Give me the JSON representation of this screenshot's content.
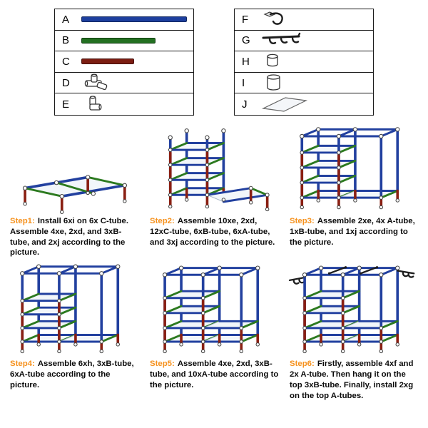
{
  "colors": {
    "tube_a_blue": "#1d3f9e",
    "tube_b_green": "#237021",
    "tube_c_red": "#7c1d12",
    "step_label_orange": "#f6921e",
    "legend_border": "#1a1a1a"
  },
  "legend": {
    "left_box": {
      "rows": [
        {
          "letter": "A",
          "icon": "tube-a-long-blue"
        },
        {
          "letter": "B",
          "icon": "tube-b-medium-green"
        },
        {
          "letter": "C",
          "icon": "tube-c-short-red"
        },
        {
          "letter": "D",
          "icon": "three-way-connector"
        },
        {
          "letter": "E",
          "icon": "corner-connector"
        }
      ]
    },
    "right_box": {
      "rows": [
        {
          "letter": "F",
          "icon": "side-hook"
        },
        {
          "letter": "G",
          "icon": "hanger-hook-rail"
        },
        {
          "letter": "H",
          "icon": "short-sleeve-tube"
        },
        {
          "letter": "I",
          "icon": "plastic-sleeve"
        },
        {
          "letter": "J",
          "icon": "shelf-panel"
        }
      ]
    }
  },
  "steps": [
    {
      "label": "Step1:",
      "text": "Install 6xi on 6x C-tube. Assemble 4xe, 2xd, and 3xB-tube, and 2xj according to the picture.",
      "illustration": "low-base-frame"
    },
    {
      "label": "Step2:",
      "text": "Assemble 10xe, 2xd, 12xC-tube, 6xB-tube, 6xA-tube, and 3xj according to the picture.",
      "illustration": "shelf-tower-with-base"
    },
    {
      "label": "Step3:",
      "text": "Assemble 2xe, 4x A-tube, 1xB-tube, and 1xj according to the picture.",
      "illustration": "tower-with-right-frame"
    },
    {
      "label": "Step4:",
      "text": "Assemble 6xh, 3xB-tube, 6xA-tube according to the picture.",
      "illustration": "tall-double-bay-frame"
    },
    {
      "label": "Step5:",
      "text": "Assemble 4xe, 2xd, 3xB-tube, and 10xA-tube according to the picture.",
      "illustration": "full-frame-both-bays"
    },
    {
      "label": "Step6:",
      "text": "Firstly, assemble 4xf and 2x A-tube. Then hang it on the top 3xB-tube. Finally, install 2xg on the top A-tubes.",
      "illustration": "finished-with-hooks-and-hanger-rails"
    }
  ]
}
